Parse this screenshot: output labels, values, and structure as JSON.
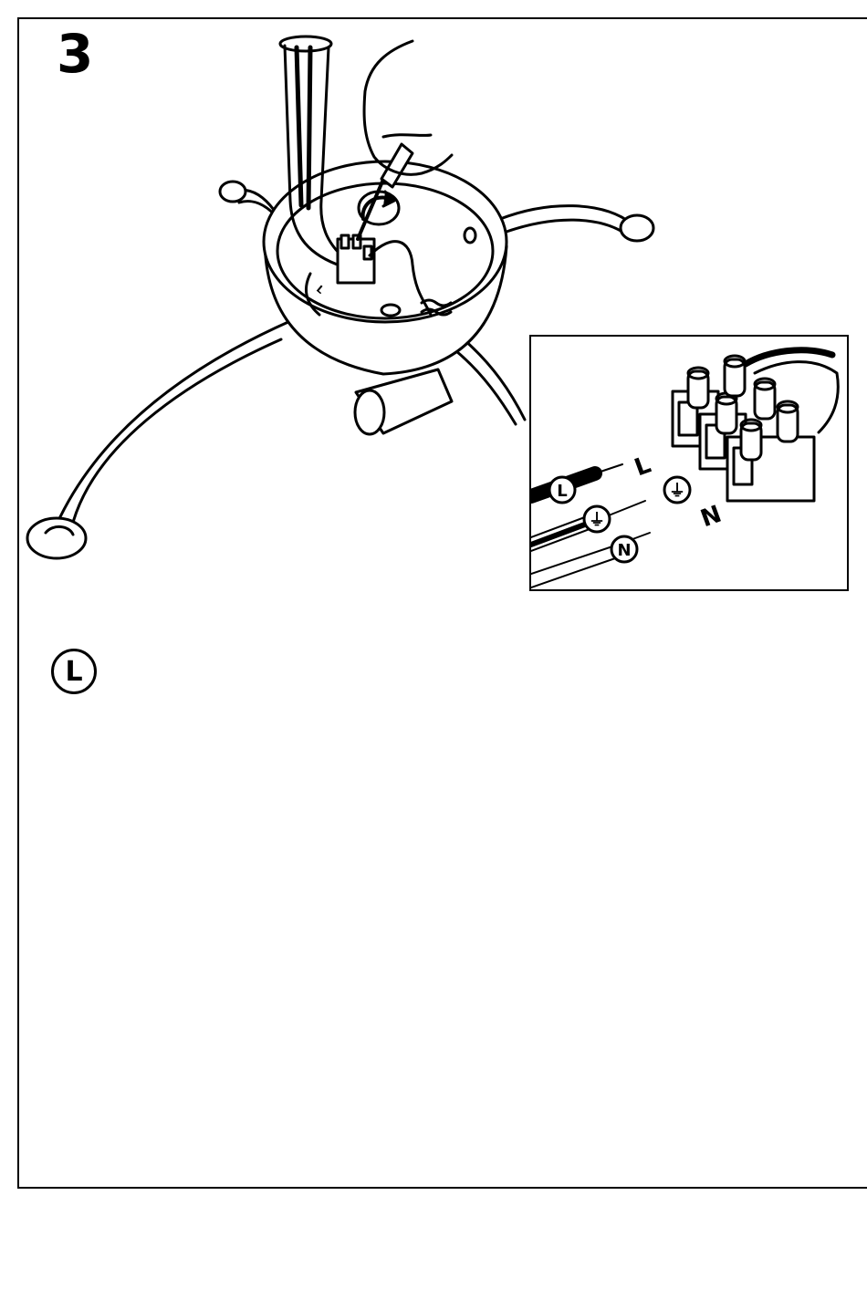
{
  "step": {
    "number": "3"
  },
  "inset": {
    "wire_labels": {
      "live": "L",
      "earth": "⏚",
      "neutral": "N"
    },
    "terminal_labels": {
      "live": "L",
      "earth": "⏚",
      "neutral": "N"
    }
  },
  "legend": {
    "symbol": "L"
  },
  "colors": {
    "line": "#000000",
    "background": "#ffffff"
  },
  "icons": [
    "screwdriver-icon",
    "rotate-arrow-icon",
    "earth-symbol-icon"
  ]
}
